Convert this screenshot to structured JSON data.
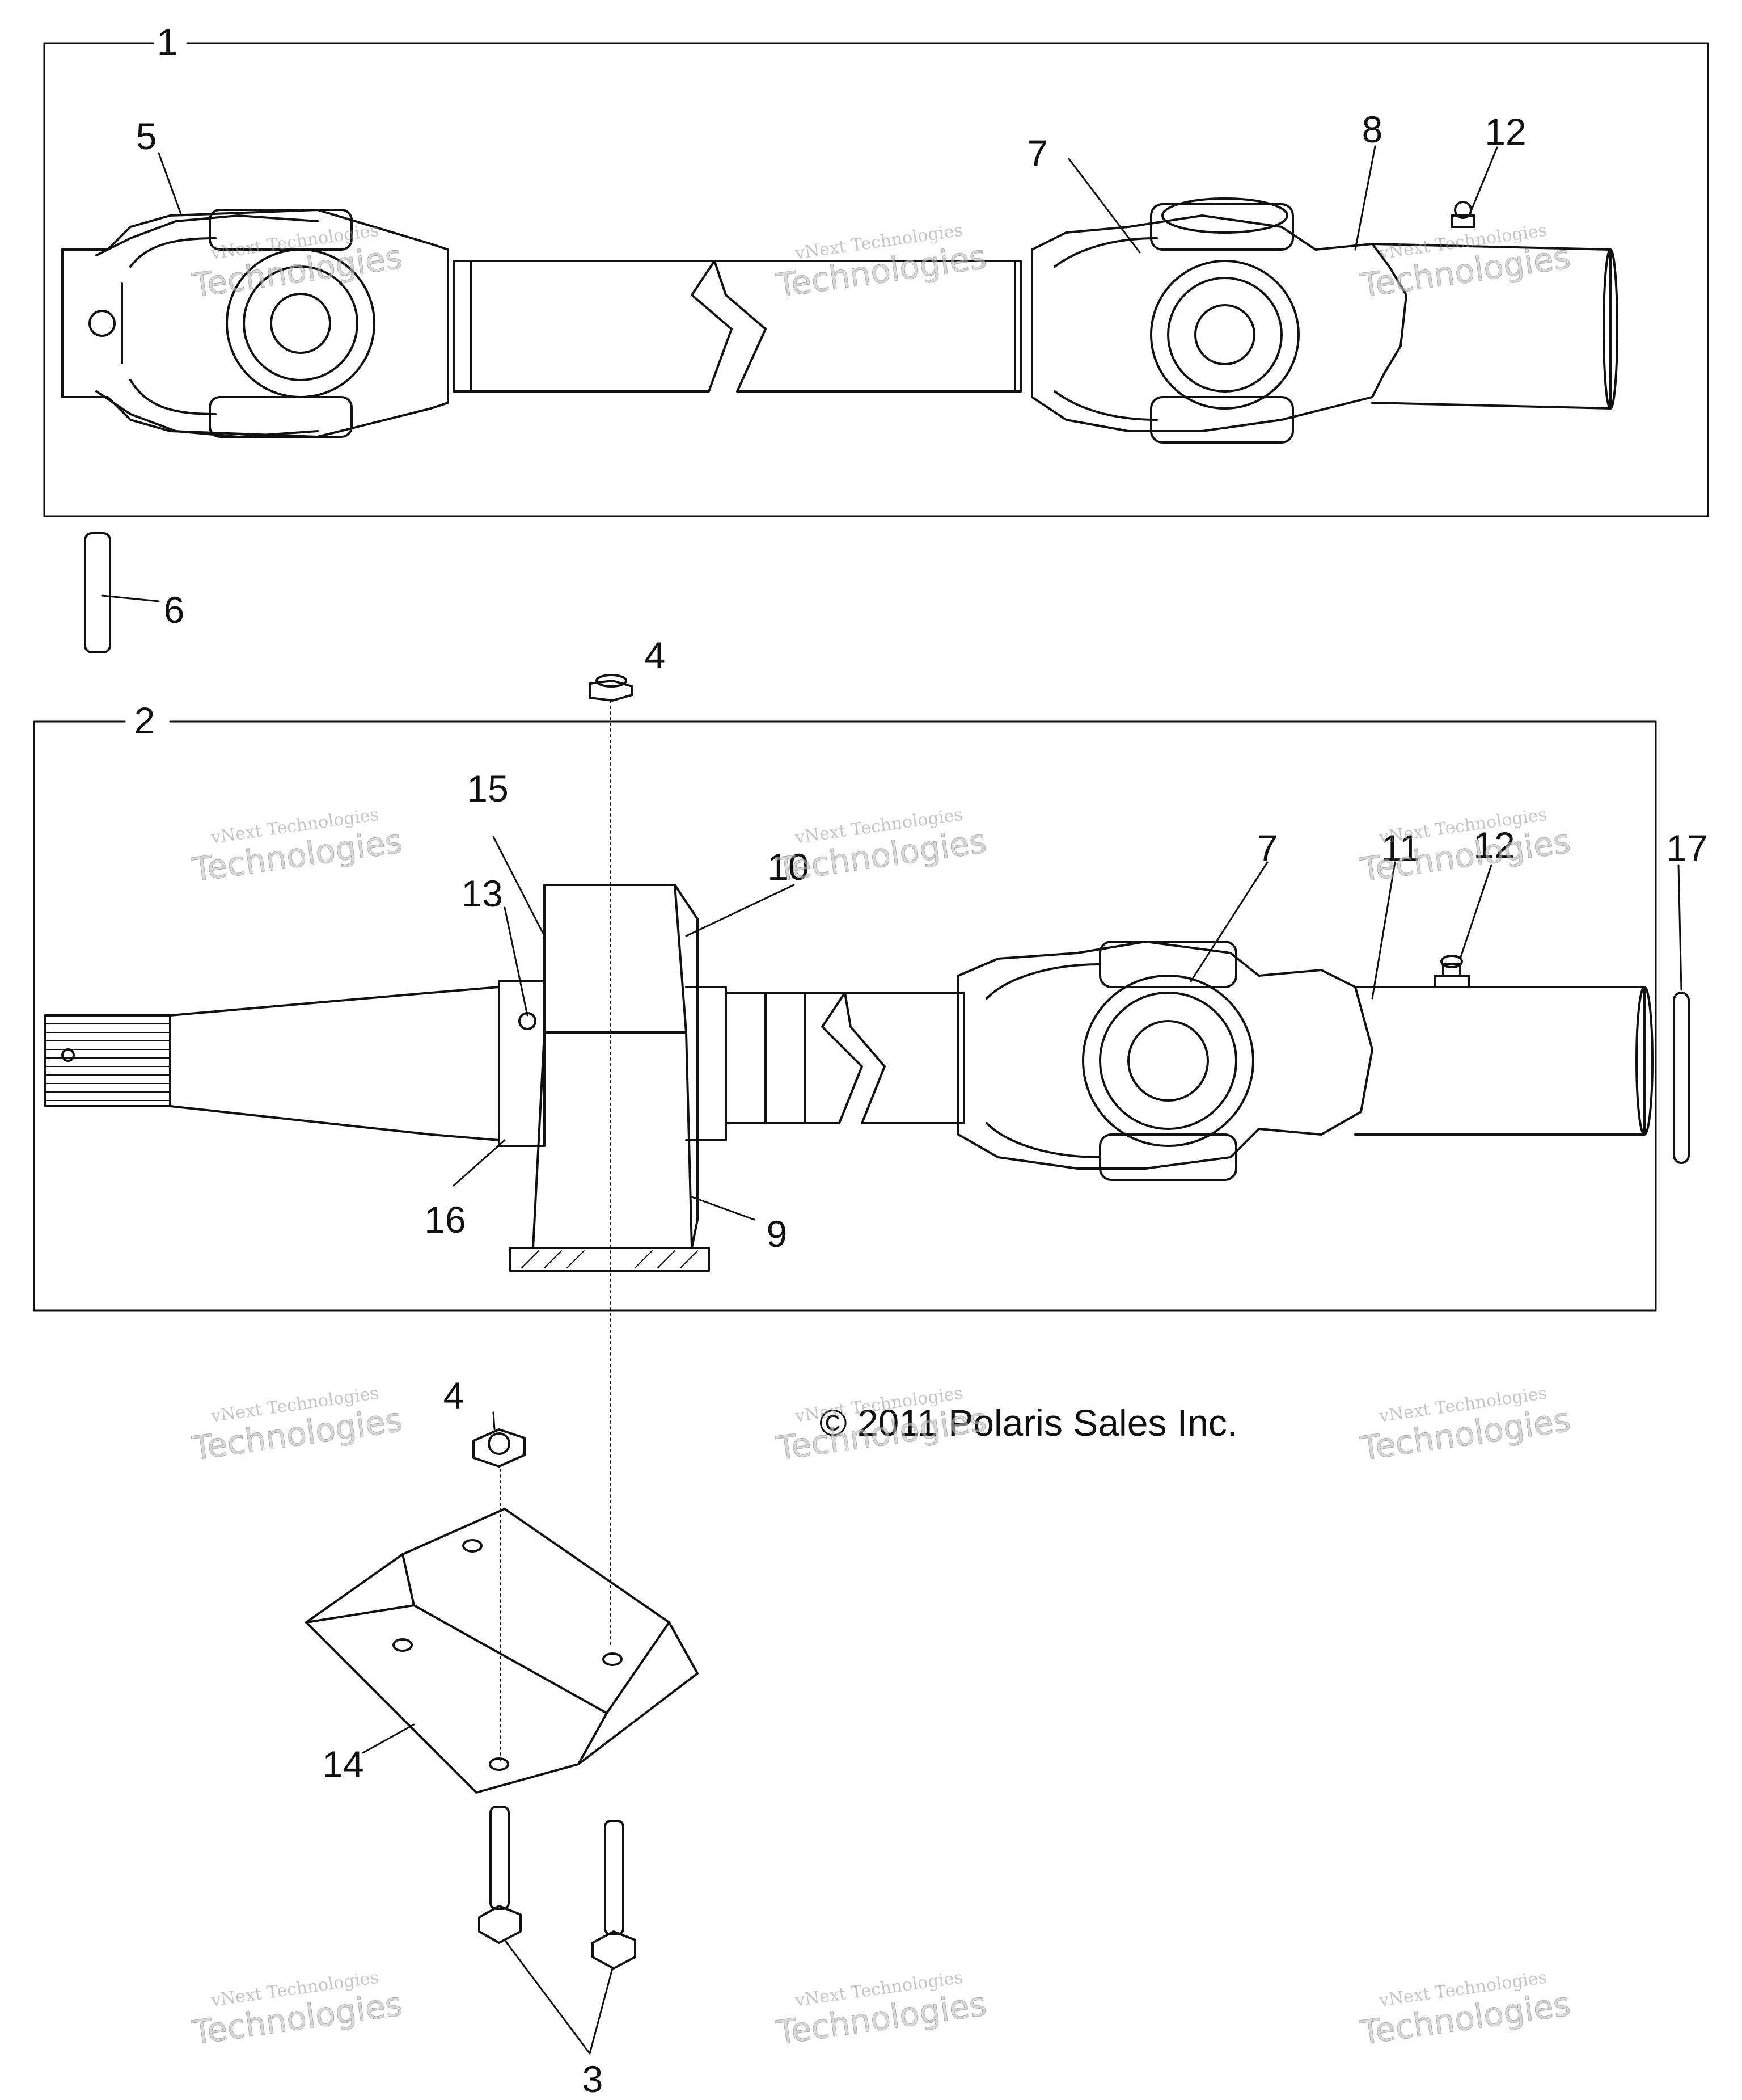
{
  "callouts": {
    "c1": "1",
    "c2": "2",
    "c3": "3",
    "c4a": "4",
    "c4b": "4",
    "c5": "5",
    "c6": "6",
    "c7a": "7",
    "c7b": "7",
    "c8": "8",
    "c9": "9",
    "c10": "10",
    "c11": "11",
    "c12a": "12",
    "c12b": "12",
    "c13": "13",
    "c14": "14",
    "c15": "15",
    "c16": "16",
    "c17": "17"
  },
  "copyright": "© 2011 Polaris Sales Inc.",
  "watermark": {
    "small": "vNext Technologies",
    "big": "Technologies",
    "top": "vNext"
  }
}
